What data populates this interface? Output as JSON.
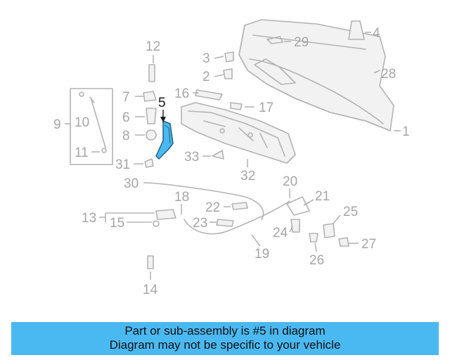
{
  "labels": {
    "l1": "1",
    "l2": "2",
    "l3": "3",
    "l4": "4",
    "l5": "5",
    "l6": "6",
    "l7": "7",
    "l8": "8",
    "l9": "9",
    "l10": "10",
    "l11": "11",
    "l12": "12",
    "l13": "13",
    "l14": "14",
    "l15": "15",
    "l16": "16",
    "l17": "17",
    "l18": "18",
    "l19": "19",
    "l20": "20",
    "l21": "21",
    "l22": "22",
    "l23": "23",
    "l24": "24",
    "l25": "25",
    "l26": "26",
    "l27": "27",
    "l28": "28",
    "l29": "29",
    "l30": "30",
    "l31": "31",
    "l32": "32",
    "l33": "33"
  },
  "highlight": {
    "part_number": "5",
    "color": "#4bb9f1"
  },
  "banner": {
    "line1": "Part or sub-assembly is #5 in diagram",
    "line2": "Diagram may not be specific to your vehicle",
    "color": "#4bb9f1"
  }
}
